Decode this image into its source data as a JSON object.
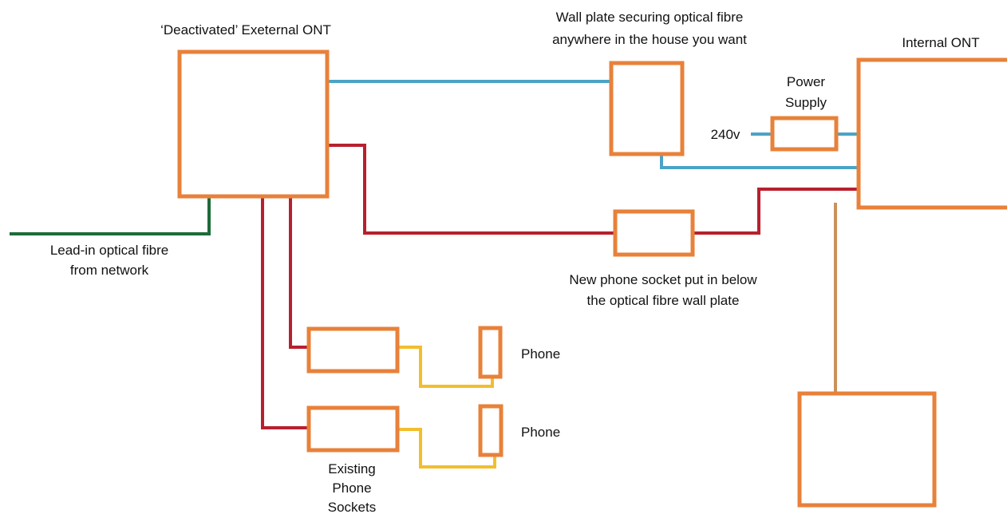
{
  "colors": {
    "device": "#E8813A",
    "fibre": "#4BA3C7",
    "phone_line": "#B7202E",
    "lead_in": "#1E6B3A",
    "phone_cord": "#F2BE2E",
    "tan_link": "#C8935A"
  },
  "labels": {
    "external_ont": "‘Deactivated’ Exeternal ONT",
    "wall_plate_line1": "Wall plate securing optical fibre",
    "wall_plate_line2": "anywhere in the house you want",
    "internal_ont": "Internal ONT",
    "power_supply_line1": "Power",
    "power_supply_line2": "Supply",
    "voltage": "240v",
    "lead_in_line1": "Lead-in optical fibre",
    "lead_in_line2": "from network",
    "new_socket_line1": "New phone socket put in below",
    "new_socket_line2": "the optical fibre wall plate",
    "phone_1": "Phone",
    "phone_2": "Phone",
    "existing_line1": "Existing",
    "existing_line2": "Phone",
    "existing_line3": "Sockets"
  }
}
